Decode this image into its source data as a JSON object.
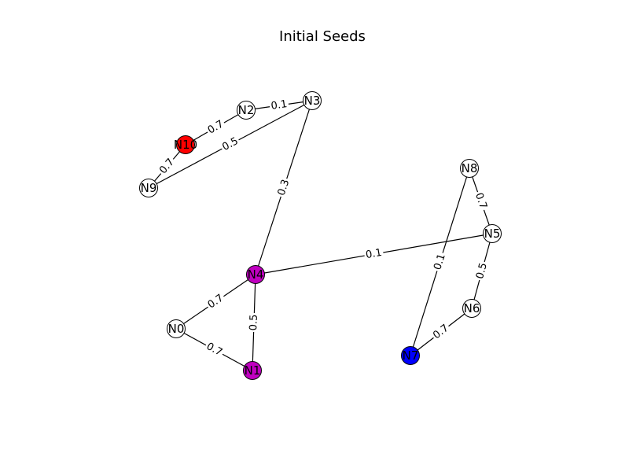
{
  "title": "Initial Seeds",
  "colors": {
    "seed_red": "#ff0000",
    "seed_blue": "#0000ff",
    "seed_magenta": "#c000c0",
    "unseeded": "#ffffff",
    "edge": "#000000",
    "label_bg": "#ffffff"
  },
  "nodes": [
    {
      "id": "N0",
      "label": "N0",
      "color": "#ffffff"
    },
    {
      "id": "N1",
      "label": "N1",
      "color": "#c000c0"
    },
    {
      "id": "N2",
      "label": "N2",
      "color": "#ffffff"
    },
    {
      "id": "N3",
      "label": "N3",
      "color": "#ffffff"
    },
    {
      "id": "N4",
      "label": "N4",
      "color": "#c000c0"
    },
    {
      "id": "N5",
      "label": "N5",
      "color": "#ffffff"
    },
    {
      "id": "N6",
      "label": "N6",
      "color": "#ffffff"
    },
    {
      "id": "N7",
      "label": "N7",
      "color": "#0000ff"
    },
    {
      "id": "N8",
      "label": "N8",
      "color": "#ffffff"
    },
    {
      "id": "N9",
      "label": "N9",
      "color": "#ffffff"
    },
    {
      "id": "N10",
      "label": "N10",
      "color": "#ff0000"
    }
  ],
  "edges": [
    {
      "source": "N2",
      "target": "N3",
      "weight": "0.1"
    },
    {
      "source": "N10",
      "target": "N2",
      "weight": "0.7"
    },
    {
      "source": "N9",
      "target": "N3",
      "weight": "0.5"
    },
    {
      "source": "N9",
      "target": "N10",
      "weight": "0.7"
    },
    {
      "source": "N3",
      "target": "N4",
      "weight": "0.3"
    },
    {
      "source": "N4",
      "target": "N5",
      "weight": "0.1"
    },
    {
      "source": "N4",
      "target": "N0",
      "weight": "0.7"
    },
    {
      "source": "N4",
      "target": "N1",
      "weight": "0.5"
    },
    {
      "source": "N0",
      "target": "N1",
      "weight": "0.7"
    },
    {
      "source": "N8",
      "target": "N5",
      "weight": "0.7"
    },
    {
      "source": "N8",
      "target": "N7",
      "weight": "0.1"
    },
    {
      "source": "N5",
      "target": "N6",
      "weight": "0.5"
    },
    {
      "source": "N6",
      "target": "N7",
      "weight": "0.7"
    }
  ]
}
